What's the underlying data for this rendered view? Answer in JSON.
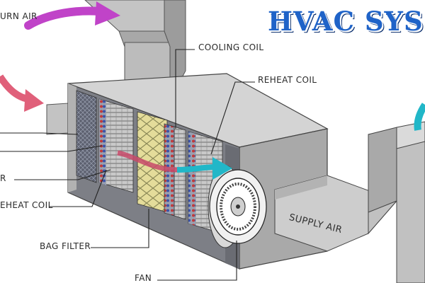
{
  "title": "HVAC SYS",
  "labels": {
    "return_air": "URN AIR",
    "cooling_coil": "COOLING COIL",
    "reheat_coil_right": "REHEAT COIL",
    "reheat_coil_left": "EHEAT COIL",
    "left_label_r": "R",
    "bag_filter": "BAG FILTER",
    "fan": "FAN",
    "supply_air": "SUPPLY AIR"
  },
  "colors": {
    "title": "#1f63c8",
    "arrow_magenta": "#c043c8",
    "arrow_pink": "#e0607a",
    "arrow_teal": "#21b7c8",
    "duct": "#bdbdbd",
    "duct_dark": "#8f8f8f",
    "filter_yellow": "#e4dc9a"
  }
}
